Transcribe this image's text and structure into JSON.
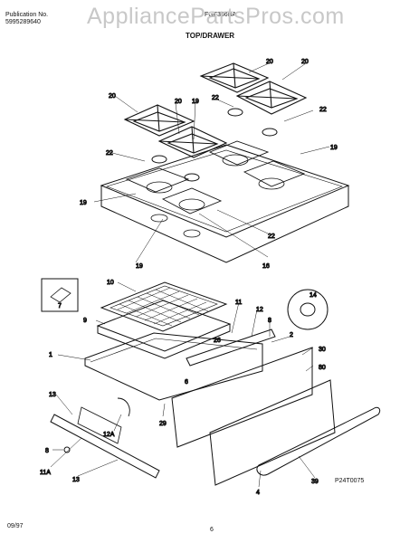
{
  "header": {
    "pub_label": "Publication No.",
    "pub_number": "5995289640",
    "model": "FGF366BA",
    "title": "TOP/DRAWER"
  },
  "watermark": "AppliancePartsPros.com",
  "footer": {
    "date": "09/97",
    "page": "6",
    "figure_code": "P24T0075"
  },
  "callouts": [
    "20",
    "20",
    "20",
    "20",
    "19",
    "22",
    "22",
    "22",
    "19",
    "19",
    "22",
    "19",
    "16",
    "10",
    "7",
    "11",
    "12",
    "14",
    "9",
    "8",
    "1",
    "2",
    "30",
    "80",
    "26",
    "6",
    "13",
    "29",
    "12A",
    "8",
    "11A",
    "13",
    "4",
    "39"
  ]
}
